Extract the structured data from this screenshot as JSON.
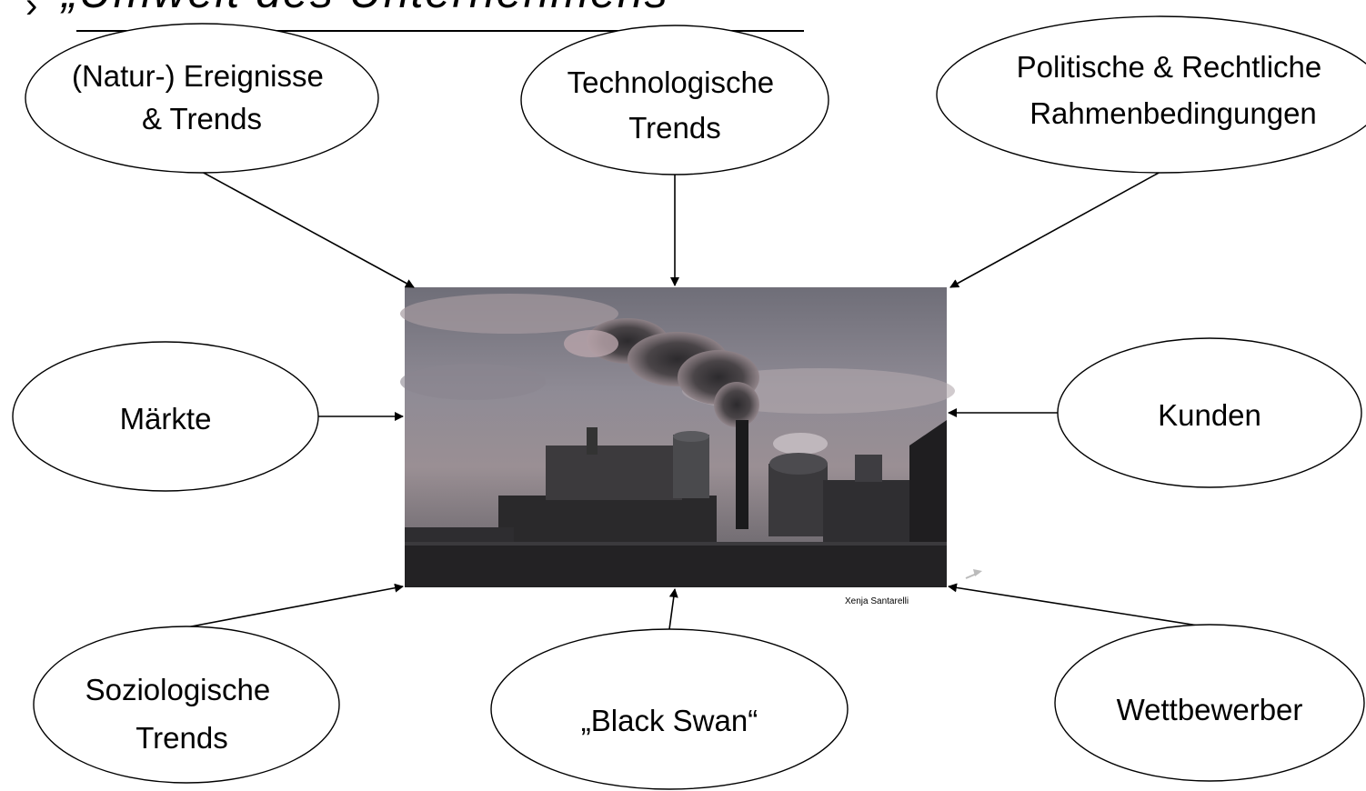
{
  "title": "„Umwelt des Unternehmens“",
  "image_credit": "Xenja Santarelli",
  "nodes": {
    "natur": [
      "(Natur-) Ereignisse",
      "& Trends"
    ],
    "tech": [
      "Technologische",
      "Trends"
    ],
    "politik": [
      "Politische & Rechtliche",
      "Rahmenbedingungen"
    ],
    "maerkte": [
      "Märkte"
    ],
    "kunden": [
      "Kunden"
    ],
    "sozio": [
      "Soziologische",
      "Trends"
    ],
    "blackswan": [
      "„Black Swan“"
    ],
    "wettbewerber": [
      "Wettbewerber"
    ]
  },
  "colors": {
    "stroke": "#000000",
    "background": "#ffffff"
  },
  "central_image": "factory-smokestack-photo"
}
